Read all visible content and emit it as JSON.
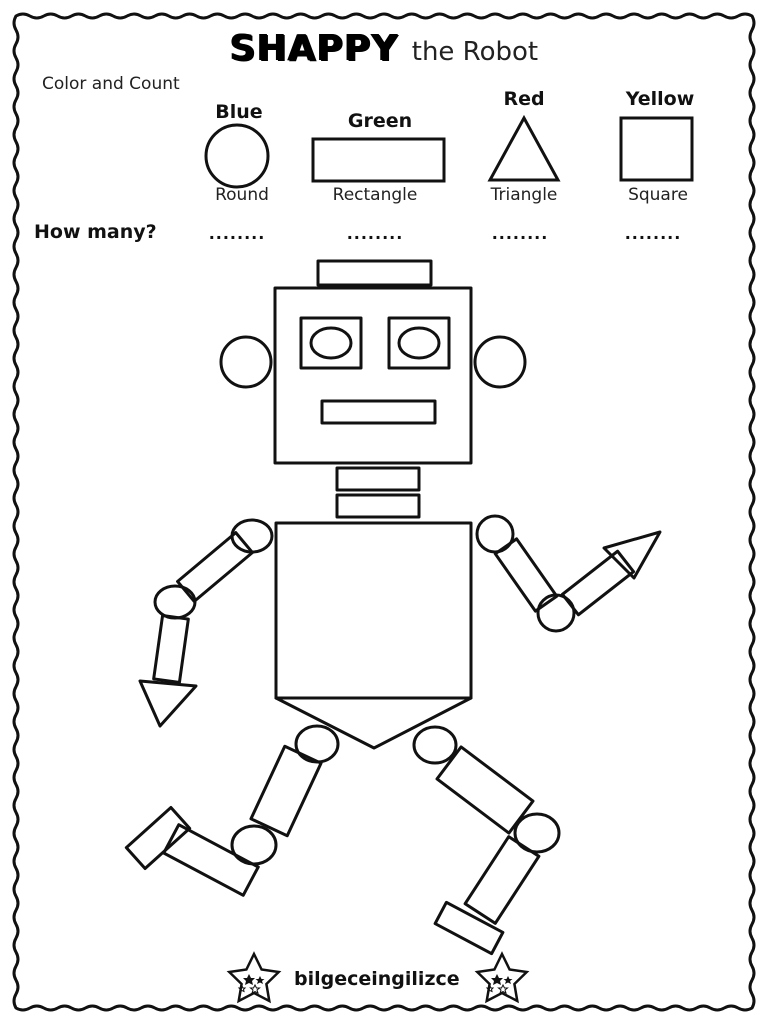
{
  "worksheet": {
    "title_main": "SHAPPY",
    "title_rest": "the Robot",
    "subtitle": "Color and Count",
    "legend": [
      {
        "color_name": "Blue",
        "shape_name": "Round",
        "icon": "circle-icon"
      },
      {
        "color_name": "Green",
        "shape_name": "Rectangle",
        "icon": "rectangle-icon"
      },
      {
        "color_name": "Red",
        "shape_name": "Triangle",
        "icon": "triangle-icon"
      },
      {
        "color_name": "Yellow",
        "shape_name": "Square",
        "icon": "square-icon"
      }
    ],
    "how_many_label": "How many?",
    "answer_blanks": [
      "........",
      "........",
      "........",
      "........"
    ],
    "footer_brand": "bilgeceingilizce"
  },
  "colors": {
    "ink": "#111111",
    "paper": "#ffffff"
  }
}
